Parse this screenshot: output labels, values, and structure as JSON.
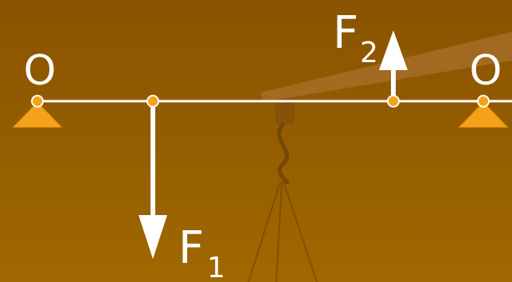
{
  "labels": {
    "pivot_left": "O",
    "pivot_right": "O",
    "force_1": "F",
    "force_1_sub": "1",
    "force_2": "F",
    "force_2_sub": "2"
  },
  "colors": {
    "background": "#8f5800",
    "lever": "#ffffff",
    "support": "#f5a21b",
    "point": "#f5a21b",
    "arrow": "#ffffff",
    "rope": "#6b3e06",
    "beam_shadow": "#b07a3a"
  }
}
